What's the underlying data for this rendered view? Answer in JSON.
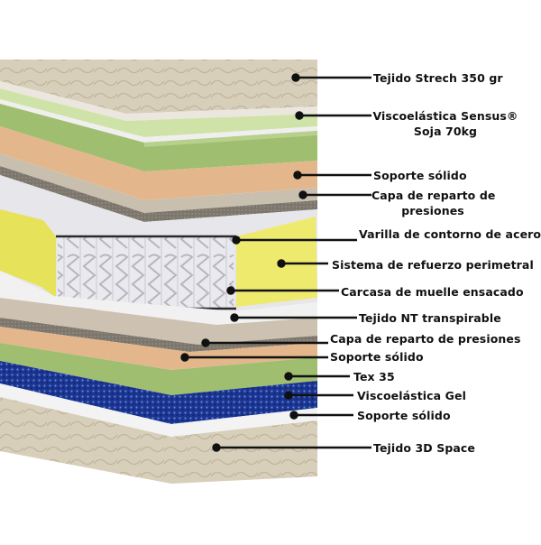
{
  "diagram": {
    "labels": [
      {
        "id": "tejido-strech",
        "text": "Tejido Strech 350 gr"
      },
      {
        "id": "viscoelastica-sensus",
        "text": "Viscoelástica Sensus®",
        "text2": "Soja 70kg"
      },
      {
        "id": "soporte-solido-1",
        "text": "Soporte sólido"
      },
      {
        "id": "capa-reparto-1",
        "text": "Capa de reparto de",
        "text2": "presiones"
      },
      {
        "id": "varilla-contorno",
        "text": "Varilla de contorno de acero"
      },
      {
        "id": "sistema-refuerzo",
        "text": "Sistema de refuerzo perimetral"
      },
      {
        "id": "carcasa-muelle",
        "text": "Carcasa de muelle ensacado"
      },
      {
        "id": "tejido-nt",
        "text": "Tejido NT transpirable"
      },
      {
        "id": "capa-reparto-2",
        "text": "Capa de reparto de presiones"
      },
      {
        "id": "soporte-solido-2",
        "text": "Soporte sólido"
      },
      {
        "id": "tex-35",
        "text": "Tex 35"
      },
      {
        "id": "viscoelastica-gel",
        "text": "Viscoelástica Gel"
      },
      {
        "id": "soporte-solido-3",
        "text": "Soporte sólido"
      },
      {
        "id": "tejido-3d-space",
        "text": "Tejido 3D Space"
      }
    ]
  },
  "colors": {
    "quilt_top": "#d9d0bd",
    "white_layer": "#ececec",
    "green_foam": "#9dbb6e",
    "green_foam_top": "#b9d18c",
    "peach_foam": "#e2b487",
    "felt": "#8a8278",
    "yellow_foam": "#e8e45a",
    "spring_metal": "#dcdcdc",
    "gel_blue": "#1f3d9e",
    "leader": "#111111"
  }
}
